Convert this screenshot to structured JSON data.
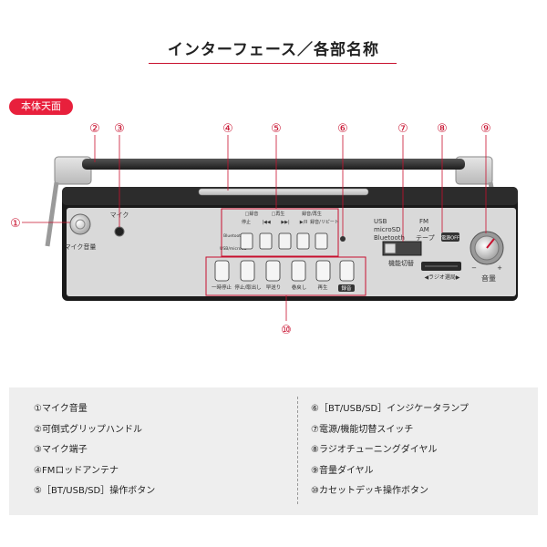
{
  "title": "インターフェース／各部名称",
  "badge": "本体天面",
  "callouts": [
    "②",
    "③",
    "④",
    "⑤",
    "⑥",
    "⑦",
    "⑧",
    "⑨",
    "①",
    "⑩"
  ],
  "device_labels": {
    "mic": "マイク",
    "mic_volume": "マイク音量",
    "rec_indicator": "□録音",
    "pb_indicator": "□再生",
    "rec_playback": "録音/再生",
    "stop": "停止",
    "prev": "|◀◀",
    "next": "▶▶|",
    "playpause": "▶/II",
    "rec_repeat": "録音/リピート",
    "bt": "Bluetooth",
    "usb_sd": "USB/microSD",
    "src_usb": "USB",
    "src_microsd": "microSD",
    "src_bluetooth": "Bluetooth",
    "src_fm": "FM",
    "src_am": "AM",
    "src_tape": "テープ",
    "power_off": "電源OFF",
    "mode_switch": "機能切替",
    "radio_tuning": "◀ラジオ選局▶",
    "volume": "音量",
    "minus": "−",
    "plus": "+",
    "deck_pause": "一時停止",
    "deck_stop_eject": "停止/取出し",
    "deck_ff": "早送り",
    "deck_rew": "巻戻し",
    "deck_play": "再生",
    "deck_rec": "録音"
  },
  "legend": {
    "left": [
      "①マイク音量",
      "②可倒式グリップハンドル",
      "③マイク端子",
      "④FMロッドアンテナ",
      "⑤［BT/USB/SD］操作ボタン"
    ],
    "right": [
      "⑥［BT/USB/SD］インジケータランプ",
      "⑦電源/機能切替スイッチ",
      "⑧ラジオチューニングダイヤル",
      "⑨音量ダイヤル",
      "⑩カセットデッキ操作ボタン"
    ]
  },
  "colors": {
    "accent": "#e8203c",
    "callout": "#c8102e",
    "panel": "#d9d9d9",
    "body": "#1a1a1a"
  }
}
